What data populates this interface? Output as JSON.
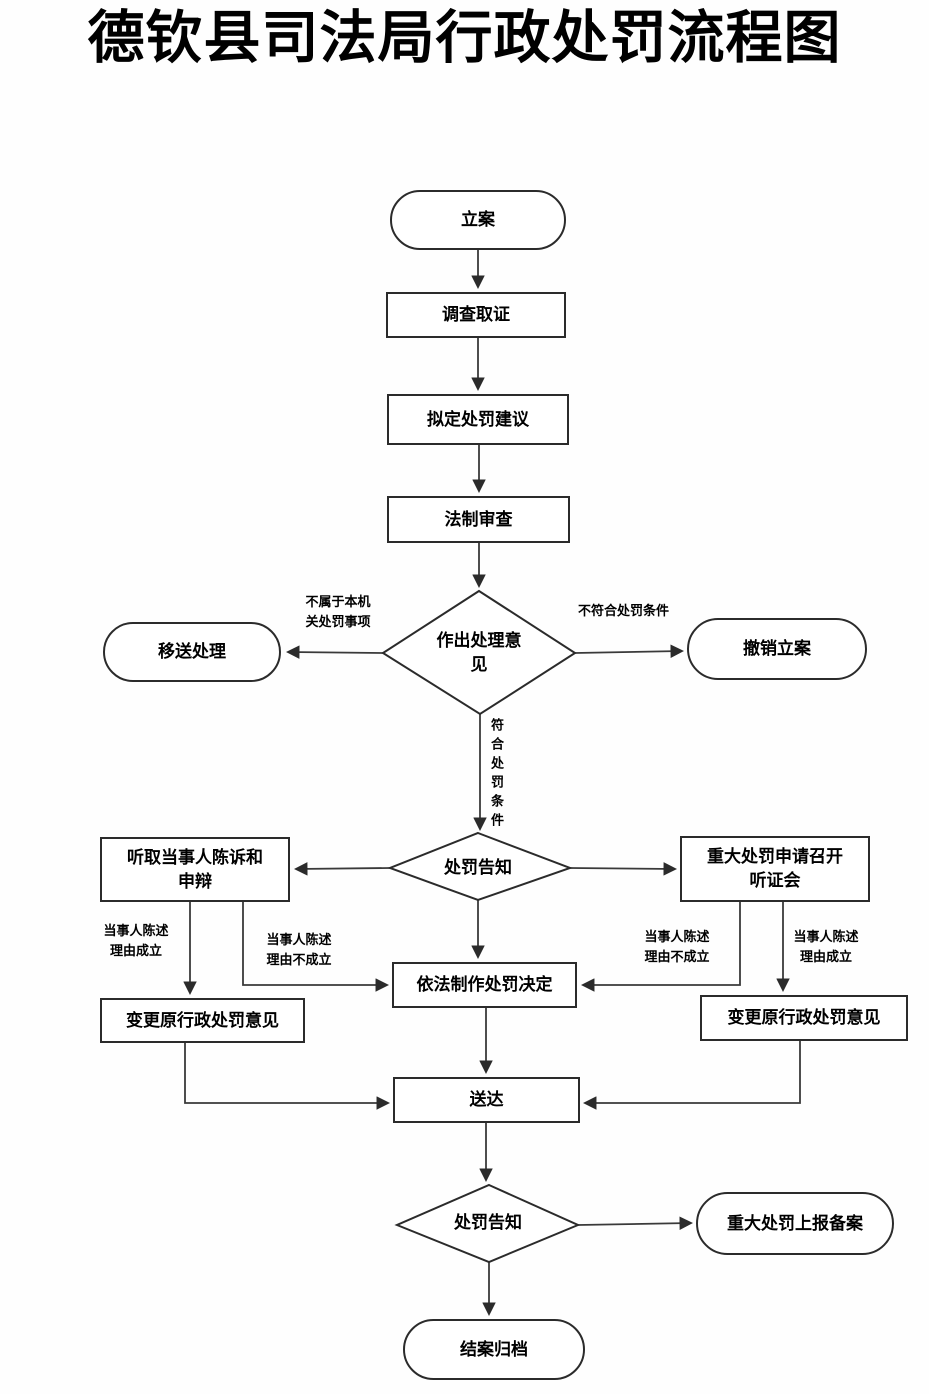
{
  "title": "德钦县司法局行政处罚流程图",
  "nodes": {
    "case_filing": "立案",
    "investigation": "调查取证",
    "draft_penalty_proposal": "拟定处罚建议",
    "legal_review": "法制审查",
    "make_handling_opinion": "作出处理意见",
    "transfer_handling": "移送处理",
    "revoke_case": "撤销立案",
    "penalty_notice_1": "处罚告知",
    "hear_party_statement": "听取当事人陈诉和申辩",
    "major_penalty_hearing": "重大处罚申请召开听证会",
    "make_penalty_decision": "依法制作处罚决定",
    "change_opinion_left": "变更原行政处罚意见",
    "change_opinion_right": "变更原行政处罚意见",
    "delivery": "送达",
    "penalty_notice_2": "处罚告知",
    "major_penalty_report": "重大处罚上报备案",
    "close_and_archive": "结案归档"
  },
  "edge_labels": {
    "not_authority_matter": "不属于本机关处罚事项",
    "not_meet_conditions": "不符合处罚条件",
    "meet_conditions": "符合处罚条件",
    "left_reason_established": "当事人陈述理由成立",
    "left_reason_not_established": "当事人陈述理由不成立",
    "right_reason_not_established": "当事人陈述理由不成立",
    "right_reason_established": "当事人陈述理由成立"
  },
  "colors": {
    "line": "#3a3a3a",
    "border": "#2b2b2b",
    "text": "#111111",
    "background": "#ffffff"
  }
}
